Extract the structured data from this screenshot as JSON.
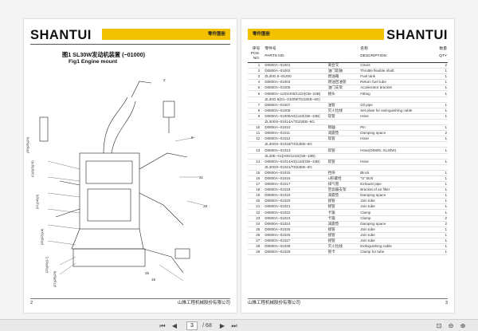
{
  "left_page": {
    "logo": "SHANTUI",
    "band_label": "零件图册",
    "figure_title": "图1  SL30W发动机装置 (−01000)",
    "figure_subtitle": "Fig1  Engine mount",
    "callout_labels": [
      "25",
      "18",
      "9",
      "2",
      "31",
      "28"
    ],
    "page_number": "2",
    "company": "山推工程机械股份有限公司"
  },
  "right_page": {
    "logo": "SHANTUI",
    "band_label": "零件图册",
    "headers_cn": [
      "序号",
      "零件号",
      "",
      "名称",
      "数量"
    ],
    "headers_en": [
      "POS. NO.",
      "PARTS NO.",
      "",
      "DESCRIPTION",
      "QTY"
    ],
    "rows": [
      [
        "1",
        "D0800A−01001",
        "离合叉",
        "Clevis",
        "2"
      ],
      [
        "2",
        "D0800A−01002",
        "油门软轴",
        "Throttle flexible shaft",
        "1"
      ],
      [
        "3",
        "ZL30G.6−01200",
        "燃油箱",
        "Fuel tank",
        "1"
      ],
      [
        "4",
        "D0800A−01004",
        "燃油回油管",
        "Return fuel tube",
        "1"
      ],
      [
        "5",
        "D0800A−01005",
        "油门支架",
        "Accelerator bracket",
        "1"
      ],
      [
        "6",
        "D0800A−1201H00/1210(GB−10B)",
        "接头",
        "Fitting",
        "1"
      ],
      [
        "",
        "ZL30G.6(D1−01009/TD22EB−6G)",
        "",
        "",
        ""
      ],
      [
        "7",
        "D0800A−01007",
        "油管",
        "Oil pipe",
        "1"
      ],
      [
        "8",
        "D0800A−01008",
        "灭火拉线",
        "Set plate for extinguishing cable",
        "1"
      ],
      [
        "9",
        "D0800A−01009A0(1110(GB−10B)",
        "软管",
        "Hose",
        "1"
      ],
      [
        "",
        "ZL30G8−01014A/TD22EB−6G",
        "",
        "",
        ""
      ],
      [
        "10",
        "D0800A−01010",
        "销轴",
        "Pin",
        "1"
      ],
      [
        "11",
        "D0800A−01011",
        "减震垫",
        "Damping space",
        "2"
      ],
      [
        "12",
        "D0800A−01012",
        "软管",
        "Hose",
        "1"
      ],
      [
        "",
        "ZL30G8−01018/TD22EB−6G",
        "",
        "",
        ""
      ],
      [
        "13",
        "D0800A−01013",
        "软管",
        "Hose(D0800, SL30W)",
        "1"
      ],
      [
        "",
        "ZL30E−01(H00/1210(GB−10B)",
        "",
        "",
        ""
      ],
      [
        "14",
        "D0800A−01014A0(1110(GB−10B)",
        "软管",
        "Hose",
        "1"
      ],
      [
        "",
        "ZL30G8−01021/TD22EB−6G",
        "",
        "",
        ""
      ],
      [
        "15",
        "D0800A−01015",
        "挡块",
        "Block",
        "1"
      ],
      [
        "16",
        "D0800A−01016",
        "U形螺栓",
        "\"U\" Bolt",
        "1"
      ],
      [
        "17",
        "D0800A−01017",
        "排气管",
        "Exhaust pipe",
        "1"
      ],
      [
        "18",
        "D0800A−01018",
        "空滤器支架",
        "Bracket of air filter",
        "1"
      ],
      [
        "19",
        "D0800A−01019",
        "减震垫",
        "Damping space",
        "1"
      ],
      [
        "20",
        "D0800A−01020",
        "接管",
        "Join tube",
        "1"
      ],
      [
        "21",
        "D0800A−01021",
        "接管",
        "Join tube",
        "1"
      ],
      [
        "22",
        "D0800A−01022",
        "卡箍",
        "Clamp",
        "1"
      ],
      [
        "23",
        "D0800A−01023",
        "卡箍",
        "Clamp",
        "2"
      ],
      [
        "24",
        "D0800A−01024",
        "减震垫",
        "Damping space",
        "2"
      ],
      [
        "25",
        "D0800A−01025",
        "接管",
        "Join tube",
        "1"
      ],
      [
        "26",
        "D0800A−01026",
        "接管",
        "Join tube",
        "1"
      ],
      [
        "27",
        "D0800A−01027",
        "接管",
        "Join tube",
        "1"
      ],
      [
        "28",
        "D0800A−01028",
        "灭火拉线",
        "Extinguishing cable",
        "1"
      ],
      [
        "29",
        "D0800A−01029",
        "管卡",
        "Clamp for tube",
        "1"
      ]
    ],
    "page_number": "3",
    "company": "山推工程机械股份有限公司"
  },
  "toolbar": {
    "first_icon": "first-page-icon",
    "prev_icon": "prev-page-icon",
    "current_page": "3",
    "total_pages": "/ 68",
    "next_icon": "next-page-icon",
    "last_icon": "last-page-icon"
  },
  "colors": {
    "accent_band": "#f2c200",
    "background": "#f4f4f4"
  }
}
